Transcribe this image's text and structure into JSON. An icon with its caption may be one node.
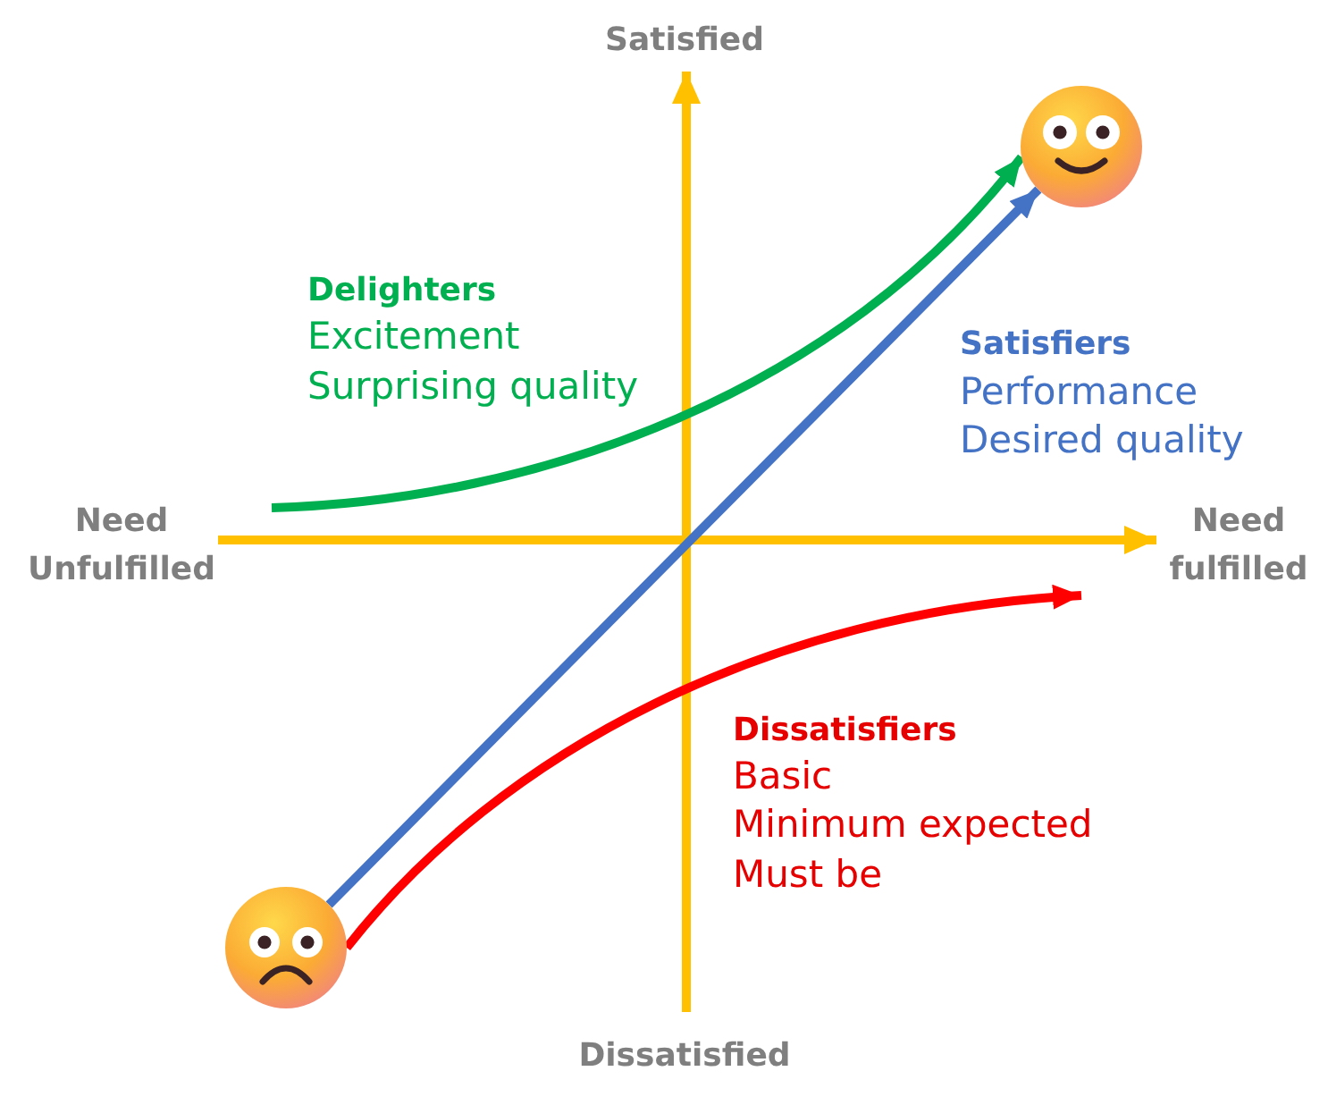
{
  "diagram": {
    "nodes": [
      {
        "text": [],
        "shape": "picture"
      },
      {
        "text": [],
        "shape": "picture"
      }
    ],
    "edges": [
      {
        "from": null,
        "to": 0,
        "arrow": "to",
        "color": "#00b050"
      },
      {
        "from": 1,
        "to": 0,
        "arrow": "to",
        "color": "#4472c4"
      },
      {
        "from": 1,
        "to": null,
        "arrow": "to",
        "color": "#ff0000"
      }
    ],
    "labels": [
      "Satisfied",
      "Delighters",
      "Excitement",
      "Surprising quality",
      "Satisfiers",
      "Performance",
      "Desired quality",
      "Need Unfulfilled",
      "Need fulfilled",
      "Dissatisfiers",
      "Basic",
      "Minimum expected",
      "Must be",
      "Dissatisfied"
    ]
  }
}
